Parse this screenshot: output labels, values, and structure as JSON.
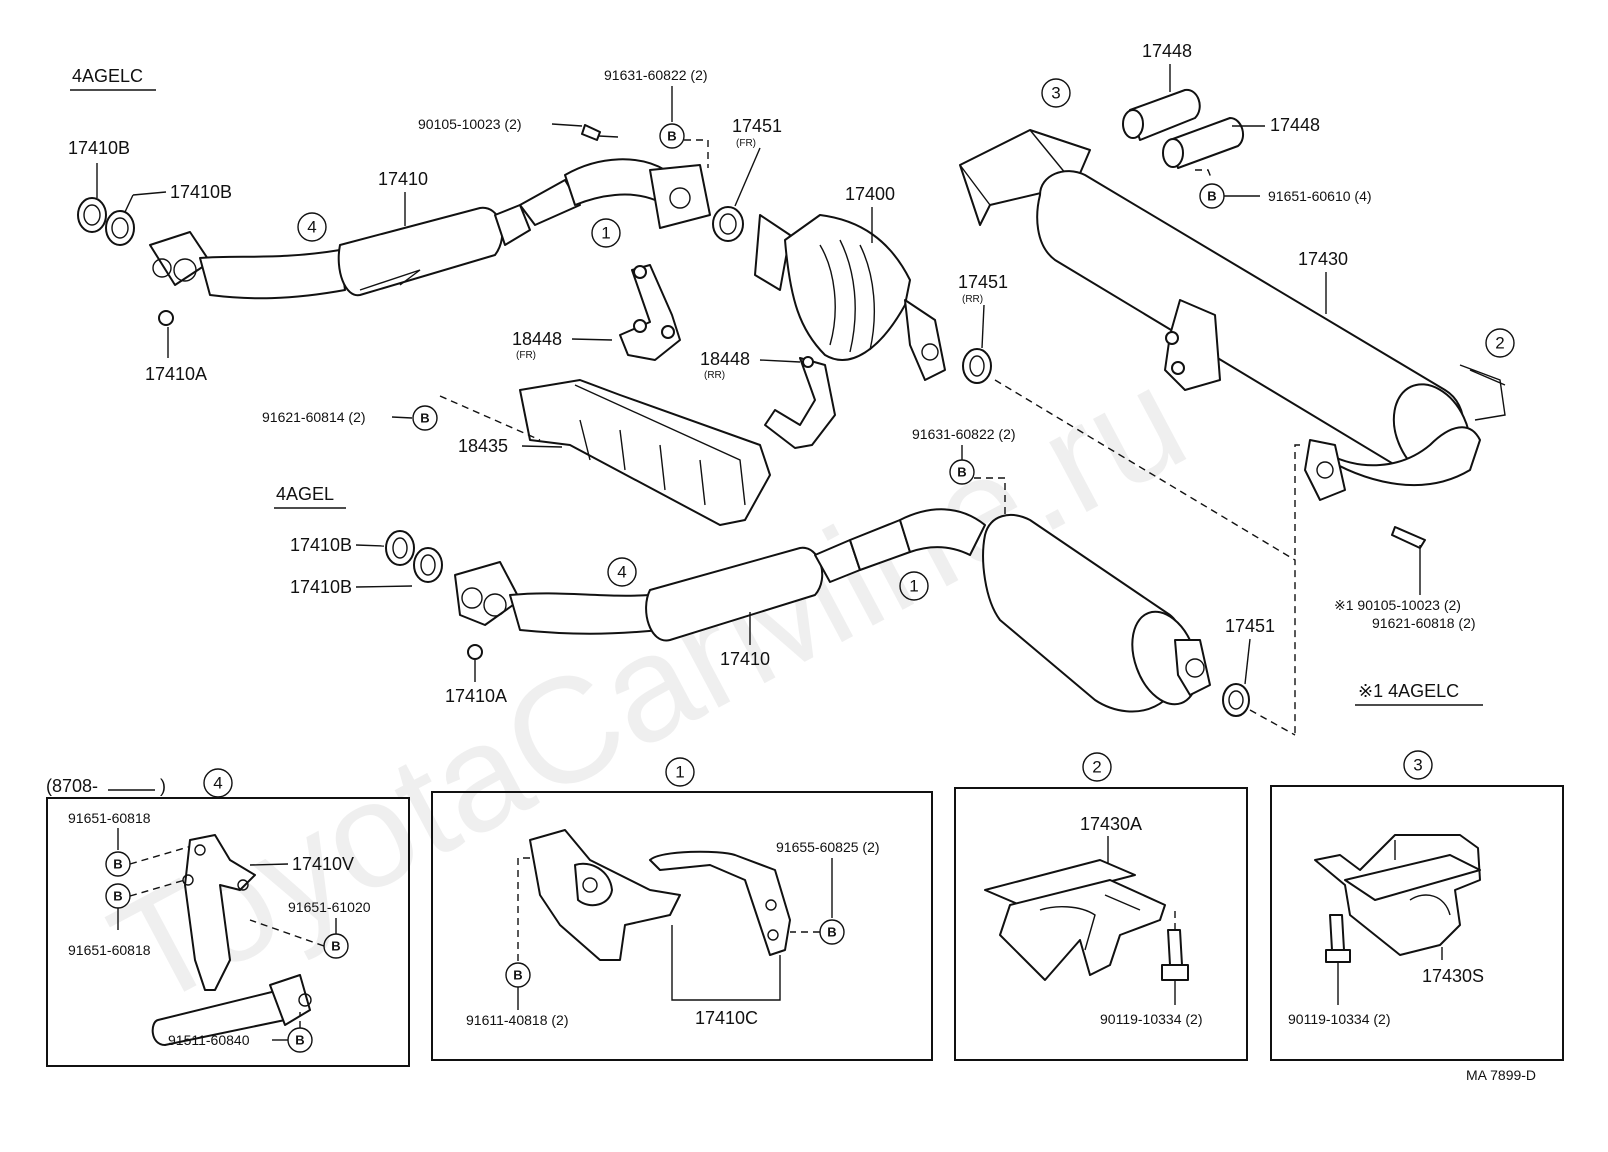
{
  "watermark": "ToyotaCarMine.ru",
  "labels": {
    "hdr_4agelc": "4AGELC",
    "hdr_4agel": "4AGEL",
    "p17410b_a": "17410B",
    "p17410b_b": "17410B",
    "p17410_top": "17410",
    "p17410a_top": "17410A",
    "p90105": "90105-10023 (2)",
    "p91631_top": "91631-60822 (2)",
    "p17451_fr": "17451",
    "fr_tag": "(FR)",
    "p17400": "17400",
    "p18448_fr": "18448",
    "fr_tag2": "(FR)",
    "p18448_rr": "18448",
    "rr_tag": "(RR)",
    "p91621_814": "91621-60814 (2)",
    "p18435": "18435",
    "p17451_rr": "17451",
    "rr_tag2": "(RR)",
    "p91631_mid": "91631-60822 (2)",
    "p17448_a": "17448",
    "p17448_b": "17448",
    "p91651_610": "91651-60610 (4)",
    "p17430": "17430",
    "p17410b_c": "17410B",
    "p17410b_d": "17410B",
    "p17410_bot": "17410",
    "p17410a_bot": "17410A",
    "p17451_bot": "17451",
    "note_90105": "※1 90105-10023 (2)",
    "note_91621": "91621-60818 (2)",
    "note_4agelc": "※1 4AGELC",
    "date_code": "(8708-",
    "date_close": ")",
    "d4_91651_818a": "91651-60818",
    "d4_17410v": "17410V",
    "d4_91651_020": "91651-61020",
    "d4_91651_818b": "91651-60818",
    "d4_91511": "91511-60840",
    "d1_91655": "91655-60825 (2)",
    "d1_91611": "91611-40818 (2)",
    "d1_17410c": "17410C",
    "d2_17430a": "17430A",
    "d2_90119": "90119-10334 (2)",
    "d3_17430s": "17430S",
    "d3_90119": "90119-10334 (2)",
    "code": "MA  7899-D"
  },
  "callouts": {
    "c1": "1",
    "c2": "2",
    "c3": "3",
    "c4": "4"
  },
  "bolt_marker": "B"
}
